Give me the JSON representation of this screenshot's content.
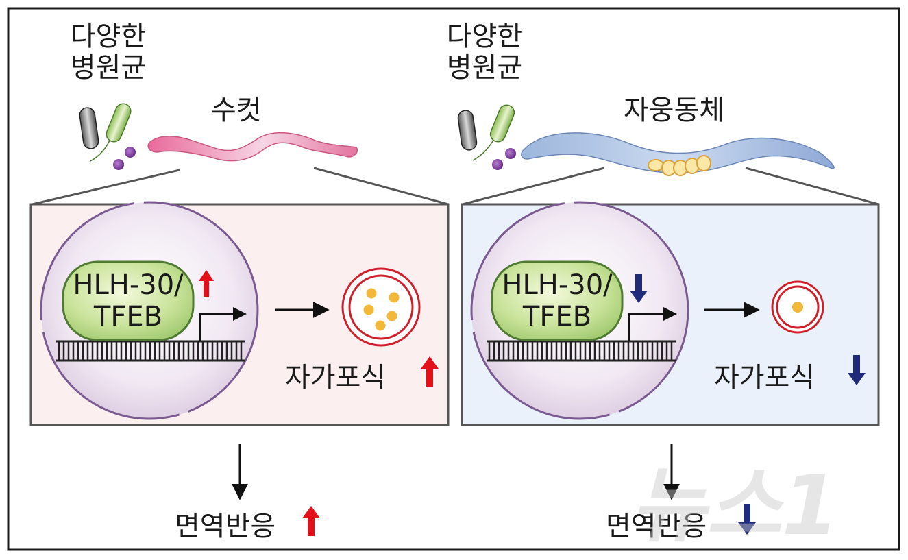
{
  "left_panel": {
    "pathogen_label": [
      "다양한",
      "병원균"
    ],
    "organism_label": "수컷",
    "gene_label": [
      "HLH-30/",
      "TFEB"
    ],
    "autophagy_label": "자가포식",
    "immune_label": "면역반응",
    "trend": "up",
    "arrow_color": "#e3101a",
    "box_fill": "#fbeff0",
    "worm_color": "#e98bb0"
  },
  "right_panel": {
    "pathogen_label": [
      "다양한",
      "병원균"
    ],
    "organism_label": "자웅동체",
    "gene_label": [
      "HLH-30/",
      "TFEB"
    ],
    "autophagy_label": "자가포식",
    "immune_label": "면역반응",
    "trend": "down",
    "arrow_color": "#1f2a7a",
    "box_fill": "#eaf1fb",
    "worm_color": "#a9bfe0"
  },
  "watermark": "뉴스1"
}
